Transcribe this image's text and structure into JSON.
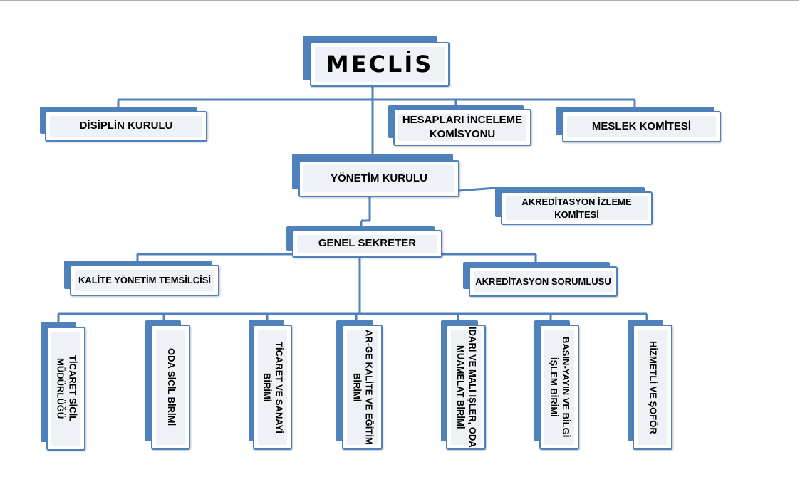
{
  "title": "MECLİS",
  "nodes": {
    "disiplin": "DİSİPLİN KURULU",
    "hesaplari": "HESAPLARI İNCELEME KOMİSYONU",
    "meslek": "MESLEK KOMİTESİ",
    "yonetim": "YÖNETİM KURULU",
    "akreditasyon_izleme": "AKREDİTASYON  İZLEME KOMİTESİ",
    "genel_sekreter": "GENEL SEKRETER",
    "kalite": "KALİTE YÖNETİM TEMSİLCİSİ",
    "akreditasyon_sorumlusu": "AKREDİTASYON SORUMLUSU"
  },
  "units": [
    "TİCARET SİCİL MÜDÜRLÜĞÜ",
    "ODA SİCİL BİRİMİ",
    "TİCARET VE SANAYİ BİRİMİ",
    "AR-GE KALİTE VE EĞİTİM BİRİMİ",
    "İDARİ VE MALİ İŞLER, ODA MUAMELAT BİRİMİ",
    "BASIN-YAYIN VE BİLGİ İŞLEM BİRİMİ",
    "HİZMETLİ VE ŞOFÖR"
  ],
  "colors": {
    "accent": "#4f81bd",
    "box_fill": "#eef1f6",
    "text": "#000000"
  }
}
